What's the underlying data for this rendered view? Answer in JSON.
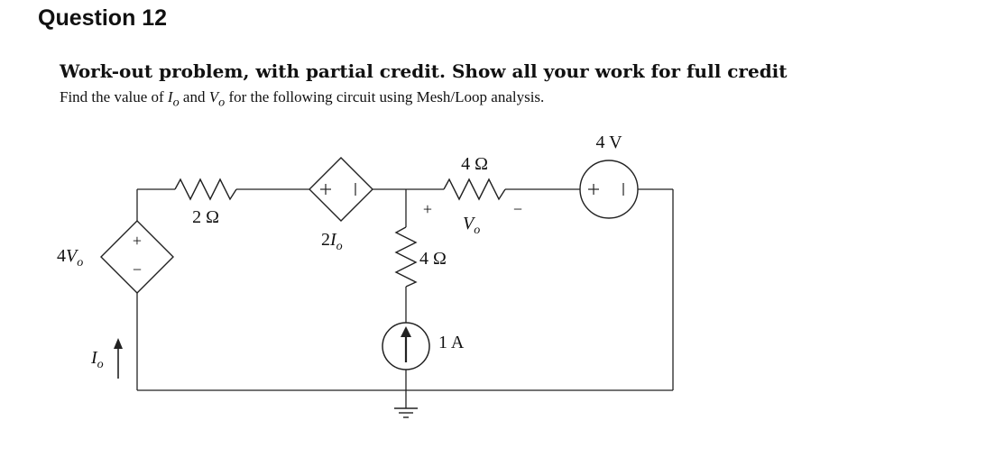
{
  "question_title": "Question 12",
  "problem_heading": "Work-out problem, with partial credit. Show all your work for full credit",
  "instruction": {
    "prefix": "Find the value of ",
    "var1": "I",
    "var1_sub": "o",
    "mid": " and ",
    "var2": "V",
    "var2_sub": "o",
    "suffix": " for the following circuit using Mesh/Loop analysis."
  },
  "circuit": {
    "resistor_top_left": "2 Ω",
    "dependent_current_source": {
      "coef": "2",
      "var": "I",
      "sub": "o"
    },
    "resistor_top_middle": "4 Ω",
    "vo_plus": "+",
    "vo_minus": "−",
    "vo_label": {
      "var": "V",
      "sub": "o"
    },
    "voltage_source_top": "4 V",
    "dependent_voltage_source": {
      "coef": "4",
      "var": "V",
      "sub": "o"
    },
    "dvs_plus": "+",
    "dvs_minus": "−",
    "resistor_vertical": "4 Ω",
    "current_source": "1 A",
    "current_label": {
      "var": "I",
      "sub": "o"
    }
  }
}
